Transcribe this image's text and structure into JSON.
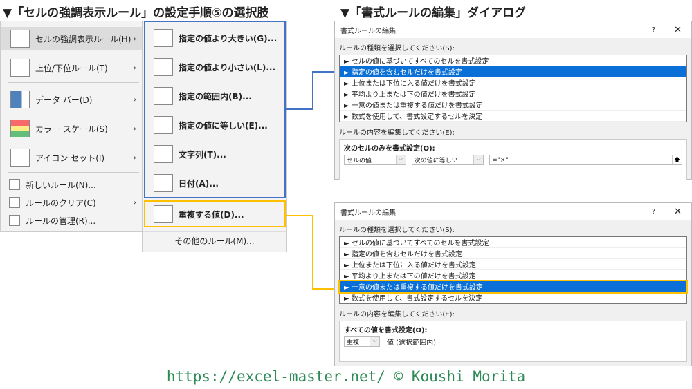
{
  "left_heading": "▼「セルの強調表示ルール」の設定手順⑤の選択肢",
  "right_heading": "▼「書式ルールの編集」ダイアログ",
  "menu": {
    "items": [
      "セルの強調表示ルール(H)",
      "上位/下位ルール(T)",
      "データ バー(D)",
      "カラー スケール(S)",
      "アイコン セット(I)"
    ],
    "small_items": [
      "新しいルール(N)...",
      "ルールのクリア(C)",
      "ルールの管理(R)..."
    ]
  },
  "submenu": {
    "items": [
      "指定の値より大きい(G)...",
      "指定の値より小さい(L)...",
      "指定の範囲内(B)...",
      "指定の値に等しい(E)...",
      "文字列(T)...",
      "日付(A)...",
      "重複する値(D)..."
    ],
    "more": "その他のルール(M)..."
  },
  "dialog1": {
    "title": "書式ルールの編集",
    "help": "?",
    "close": "✕",
    "select_label": "ルールの種類を選択してください(S):",
    "rules": [
      "► セルの値に基づいてすべてのセルを書式設定",
      "► 指定の値を含むセルだけを書式設定",
      "► 上位または下位に入る値だけを書式設定",
      "► 平均より上または下の値だけを書式設定",
      "► 一意の値または重複する値だけを書式設定",
      "► 数式を使用して、書式設定するセルを決定"
    ],
    "selected": 1,
    "edit_label": "ルールの内容を編集してください(E):",
    "section": "次のセルのみを書式設定(O):",
    "combo1": "セルの値",
    "combo2": "次の値に等しい",
    "value": "=\"×\"",
    "ref_button": "🡅"
  },
  "dialog2": {
    "title": "書式ルールの編集",
    "help": "?",
    "close": "✕",
    "select_label": "ルールの種類を選択してください(S):",
    "rules": [
      "► セルの値に基づいてすべてのセルを書式設定",
      "► 指定の値を含むセルだけを書式設定",
      "► 上位または下位に入る値だけを書式設定",
      "► 平均より上または下の値だけを書式設定",
      "► 一意の値または重複する値だけを書式設定",
      "► 数式を使用して、書式設定するセルを決定"
    ],
    "selected": 4,
    "edit_label": "ルールの内容を編集してください(E):",
    "section": "すべての値を書式設定(O):",
    "combo1": "重複",
    "suffix": "値 (選択範囲内)"
  },
  "footer": "https://excel-master.net/  © Koushi Morita",
  "colors": {
    "blue_box": "#4472c4",
    "orange_box": "#ffc000",
    "selection": "#0a6fd6",
    "footer": "#2e8b57"
  }
}
